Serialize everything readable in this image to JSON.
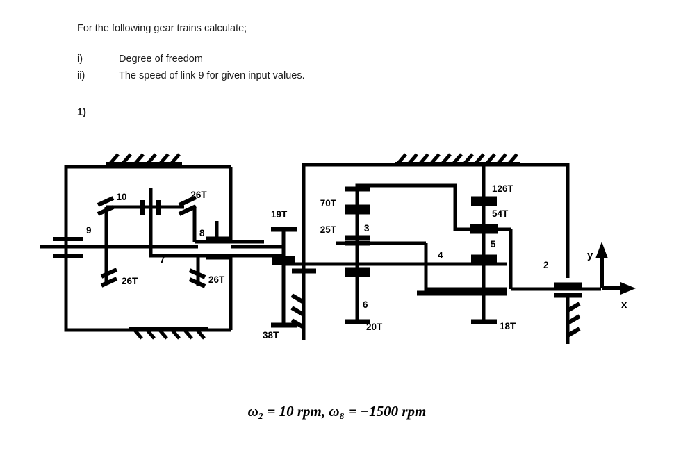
{
  "question": {
    "prompt": "For the following gear trains calculate;",
    "items": [
      {
        "marker": "i)",
        "text": "Degree of freedom"
      },
      {
        "marker": "ii)",
        "text": "The speed of link 9 for given input values."
      }
    ],
    "problem_number": "1)"
  },
  "equation": {
    "text": "ω₂ = 10 rpm, ω₈ = −1500 rpm",
    "terms": [
      {
        "symbol": "ω₂",
        "value": "10",
        "unit": "rpm"
      },
      {
        "symbol": "ω₈",
        "value": "−1500",
        "unit": "rpm"
      }
    ]
  },
  "diagram": {
    "title": "gear-train-schematic",
    "stroke_color": "#000000",
    "label_color": "#000000",
    "gear_labels": [
      {
        "id": "g-26t-left",
        "text": "26T"
      },
      {
        "id": "g-10",
        "text": "10"
      },
      {
        "id": "g-26t-top",
        "text": "26T"
      },
      {
        "id": "g-26t-right",
        "text": "26T"
      },
      {
        "id": "g-19t",
        "text": "19T"
      },
      {
        "id": "g-38t",
        "text": "38T"
      },
      {
        "id": "g-70t",
        "text": "70T"
      },
      {
        "id": "g-25t",
        "text": "25T"
      },
      {
        "id": "g-20t",
        "text": "20T"
      },
      {
        "id": "g-126t",
        "text": "126T"
      },
      {
        "id": "g-54t",
        "text": "54T"
      },
      {
        "id": "g-18t",
        "text": "18T"
      }
    ],
    "link_labels": [
      {
        "id": "link-9",
        "text": "9"
      },
      {
        "id": "link-8",
        "text": "8"
      },
      {
        "id": "link-7",
        "text": "7"
      },
      {
        "id": "link-3",
        "text": "3"
      },
      {
        "id": "link-6",
        "text": "6"
      },
      {
        "id": "link-4",
        "text": "4"
      },
      {
        "id": "link-5",
        "text": "5"
      },
      {
        "id": "link-2",
        "text": "2"
      }
    ],
    "axes": [
      {
        "id": "axis-y",
        "text": "y"
      },
      {
        "id": "axis-x",
        "text": "x"
      }
    ]
  }
}
